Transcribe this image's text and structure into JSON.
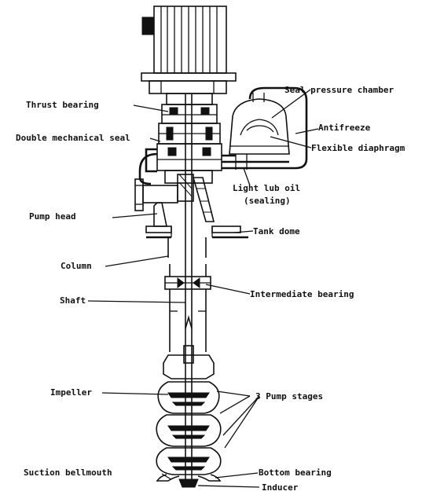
{
  "labels": {
    "seal_pressure_chamber": "Seal pressure chamber",
    "thrust_bearing": "Thrust bearing",
    "antifreeze": "Antifreeze",
    "double_mechanical_seal": "Double mechanical seal",
    "flexible_diaphragm": "Flexible diaphragm",
    "light_lub_oil": "Light lub oil",
    "sealing": "(sealing)",
    "pump_head": "Pump head",
    "tank_dome": "Tank dome",
    "column": "Column",
    "shaft": "Shaft",
    "intermediate_bearing": "Intermediate bearing",
    "impeller": "Impeller",
    "pump_stages": "3 Pump stages",
    "suction_bellmouth": "Suction bellmouth",
    "bottom_bearing": "Bottom  bearing",
    "inducer": "Inducer"
  }
}
